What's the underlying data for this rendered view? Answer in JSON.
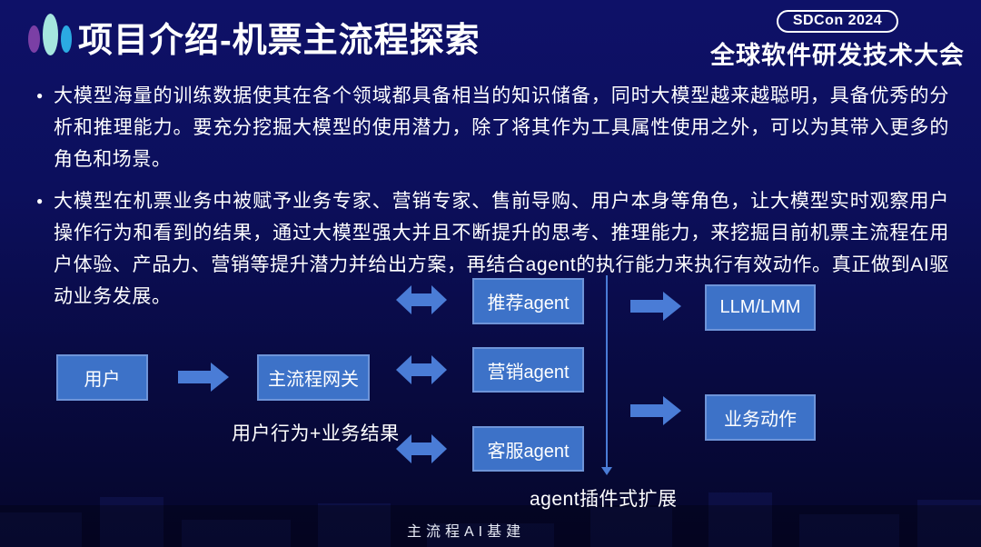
{
  "header": {
    "title": "项目介绍-机票主流程探索",
    "badge": "SDCon 2024",
    "conference": "全球软件研发技术大会"
  },
  "bullets": [
    "大模型海量的训练数据使其在各个领域都具备相当的知识储备，同时大模型越来越聪明，具备优秀的分析和推理能力。要充分挖掘大模型的使用潜力，除了将其作为工具属性使用之外，可以为其带入更多的角色和场景。",
    "大模型在机票业务中被赋予业务专家、营销专家、售前导购、用户本身等角色，让大模型实时观察用户操作行为和看到的结果，通过大模型强大并且不断提升的思考、推理能力，来挖掘目前机票主流程在用户体验、产品力、营销等提升潜力并给出方案，再结合agent的执行能力来执行有效动作。真正做到AI驱动业务发展。"
  ],
  "diagram": {
    "user_box": "用户",
    "gateway_box": "主流程网关",
    "agent_boxes": [
      "推荐agent",
      "营销agent",
      "客服agent"
    ],
    "llm_box": "LLM/LMM",
    "action_box": "业务动作",
    "flow_label": "用户行为+业务结果",
    "extension_label": "agent插件式扩展",
    "footer_label": "主流程AI基建"
  },
  "colors": {
    "background_top": "#0e1168",
    "background_bottom": "#05062a",
    "box_fill": "#3d72c8",
    "box_border": "#6e94d8",
    "arrow": "#4a7cd6",
    "icon_purple": "#7b3fa5",
    "icon_teal": "#a5e6df",
    "icon_blue": "#2baae2"
  }
}
